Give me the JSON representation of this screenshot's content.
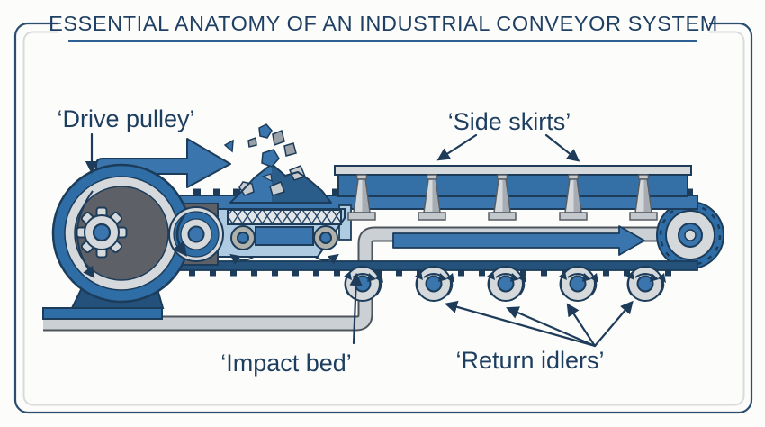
{
  "title": {
    "text": "ESSENTIAL ANATOMY OF AN INDUSTRIAL CONVEYOR SYSTEM"
  },
  "labels": {
    "drive_pulley": "‘Drive pulley’",
    "side_skirts": "‘Side skirts’",
    "impact_bed": "‘Impact bed’",
    "return_idlers": "‘Return idlers’"
  },
  "figures": {
    "return_idler_count": 5,
    "skirt_support_count": 5,
    "impact_bed_roller_count": 2
  },
  "palette": {
    "navy_outline": "#1c3c5a",
    "blue": "#3a76ad",
    "blue_dark": "#2e6da6",
    "blue_panel": "#3470a6",
    "blue_light": "#aecbe2",
    "gray_light": "#d5d9dc",
    "gray_mid": "#a7adb2",
    "gray_dark": "#5d6167",
    "frame_gray": "#cbd0d4",
    "title_color": "#1f4063",
    "underline_color": "#2e6093",
    "background": "#fcfcfb"
  }
}
